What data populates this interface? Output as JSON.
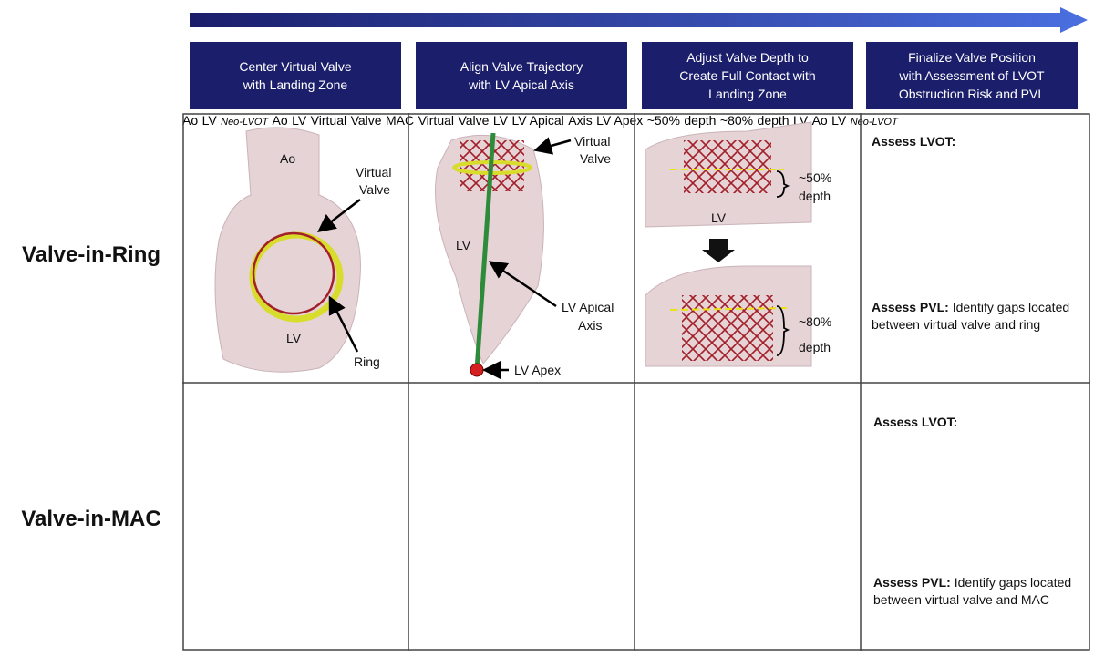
{
  "steps": [
    "Center Virtual Valve\nwith Landing Zone",
    "Align Valve Trajectory\nwith LV Apical Axis",
    "Adjust Valve Depth to\nCreate Full Contact with\nLanding Zone",
    "Finalize Valve Position\nwith Assessment of LVOT\nObstruction Risk and PVL"
  ],
  "rows": {
    "ring": "Valve-in-Ring",
    "mac": "Valve-in-MAC"
  },
  "labels": {
    "ao": "Ao",
    "lv": "LV",
    "virtual_valve_1": "Virtual",
    "virtual_valve_2": "Valve",
    "ring": "Ring",
    "mac": "MAC",
    "lv_apical_axis_1": "LV Apical",
    "lv_apical_axis_2": "Axis",
    "lv_apex": "LV Apex",
    "depth50_1": "~50%",
    "depth80_1": "~80%",
    "depth_2": "depth",
    "neo_lvot": "Neo-LVOT",
    "assess_lvot": "Assess LVOT:",
    "assess_pvl": "Assess PVL:",
    "pvl_ring": " Identify gaps located between virtual valve and ring",
    "pvl_mac": " Identify gaps located between virtual valve and MAC"
  },
  "colors": {
    "header": "#1b1e6b",
    "tissue": "#e6d3d6",
    "valve": "#a3202a",
    "calcium": "#d8dc2a",
    "axis": "#2e8b3a",
    "neo": "#3a86d6"
  }
}
